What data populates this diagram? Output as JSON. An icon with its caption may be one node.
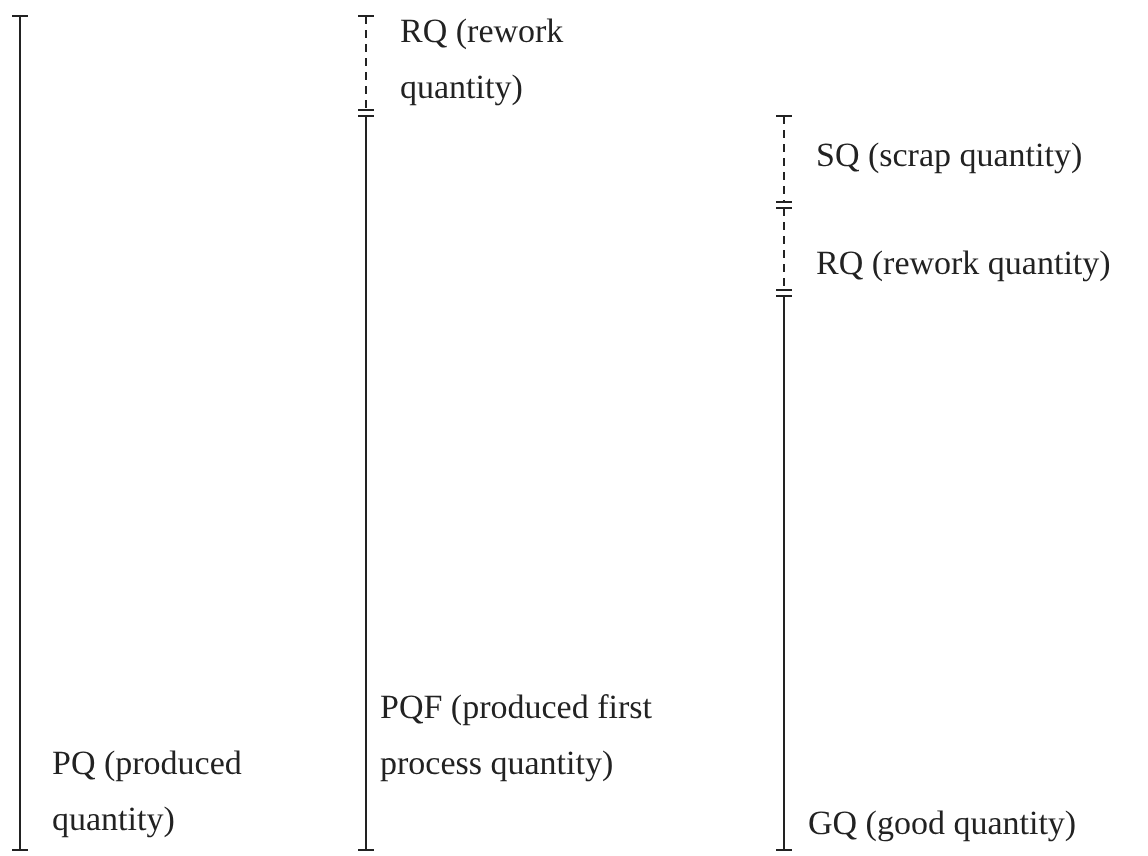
{
  "diagram": {
    "labels": [
      "PQ (produced quantity)",
      "RQ (rework quantity)",
      "PQF (produced first process quantity)",
      "SQ (scrap quantity)",
      "RQ (rework quantity)",
      "GQ (good quantity)"
    ]
  }
}
